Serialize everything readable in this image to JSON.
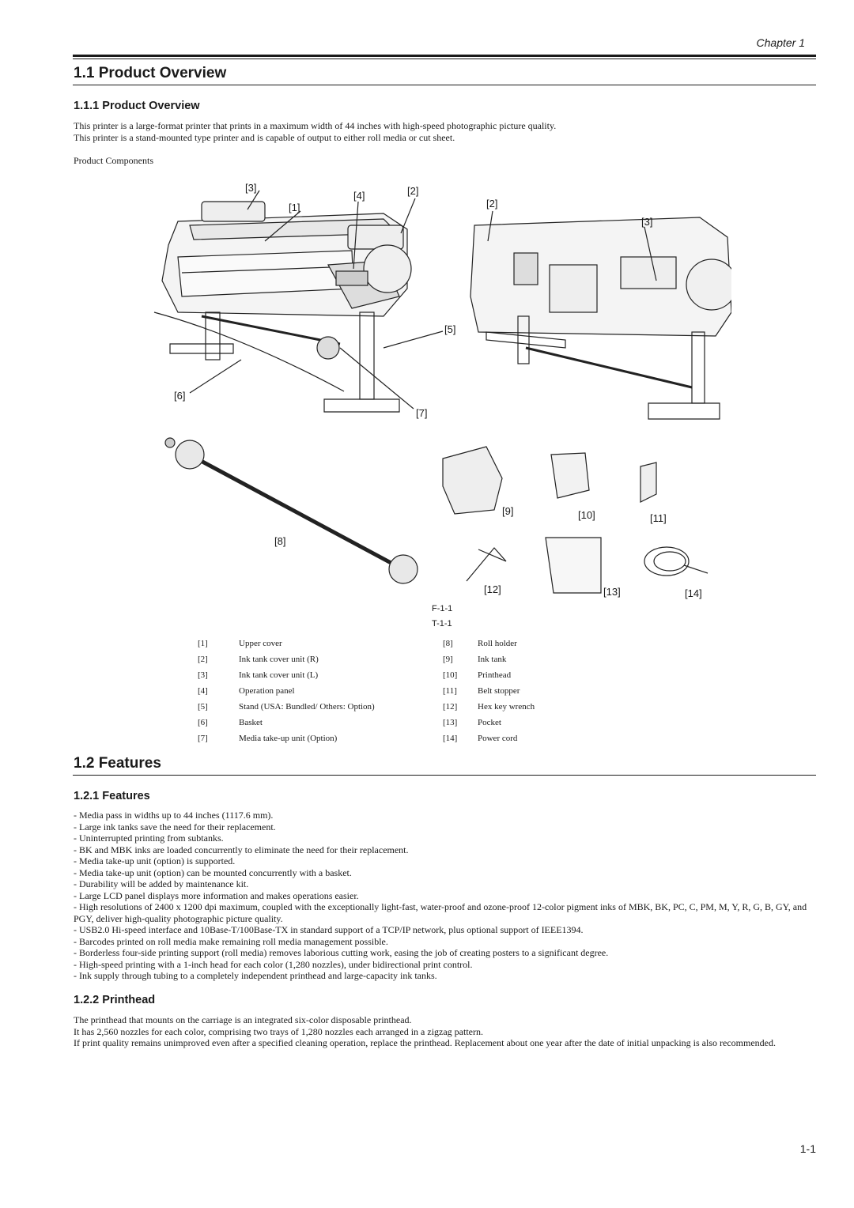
{
  "header": {
    "chapter": "Chapter 1"
  },
  "section1": {
    "title": "1.1 Product Overview",
    "sub_title": "1.1.1 Product Overview",
    "intro": [
      "This printer is a large-format printer that prints in a maximum width of 44 inches with high-speed photographic picture quality.",
      "This printer is a stand-mounted type printer and is capable of output to either roll media or cut sheet."
    ],
    "components_label": "Product Components",
    "figure_callouts": [
      "[1]",
      "[2]",
      "[3]",
      "[4]",
      "[2]",
      "[3]",
      "[5]",
      "[6]",
      "[7]",
      "[8]",
      "[9]",
      "[10]",
      "[11]",
      "[12]",
      "[13]",
      "[14]"
    ],
    "figure_caption": "F-1-1",
    "table_caption": "T-1-1",
    "parts": [
      {
        "num": "[1]",
        "name": "Upper cover",
        "num2": "[8]",
        "name2": "Roll holder"
      },
      {
        "num": "[2]",
        "name": "Ink tank cover unit (R)",
        "num2": "[9]",
        "name2": "Ink tank"
      },
      {
        "num": "[3]",
        "name": "Ink tank cover unit (L)",
        "num2": "[10]",
        "name2": "Printhead"
      },
      {
        "num": "[4]",
        "name": "Operation panel",
        "num2": "[11]",
        "name2": "Belt stopper"
      },
      {
        "num": "[5]",
        "name": "Stand (USA: Bundled/ Others: Option)",
        "num2": "[12]",
        "name2": "Hex key wrench"
      },
      {
        "num": "[6]",
        "name": "Basket",
        "num2": "[13]",
        "name2": "Pocket"
      },
      {
        "num": "[7]",
        "name": "Media take-up unit (Option)",
        "num2": "[14]",
        "name2": "Power cord"
      }
    ]
  },
  "section2": {
    "title": "1.2 Features",
    "sub_title": "1.2.1 Features",
    "features": [
      "- Media pass in widths up to 44 inches (1117.6 mm).",
      "- Large ink tanks save the need for their replacement.",
      "- Uninterrupted printing from subtanks.",
      "- BK and MBK inks are loaded concurrently to eliminate the need for their replacement.",
      "- Media take-up unit (option) is supported.",
      "- Media take-up unit (option) can be mounted concurrently with a basket.",
      "- Durability will be added by maintenance kit.",
      "- Large LCD panel displays more information and makes operations easier.",
      "- High resolutions of 2400 x 1200 dpi maximum, coupled with the exceptionally light-fast, water-proof and ozone-proof 12-color pigment inks of MBK, BK, PC, C, PM, M, Y, R, G, B, GY, and PGY, deliver high-quality photographic picture quality.",
      "- USB2.0 Hi-speed interface and 10Base-T/100Base-TX in standard support of a TCP/IP network, plus optional support of IEEE1394.",
      "- Barcodes printed on roll media make remaining roll media management possible.",
      "- Borderless four-side printing support (roll media) removes laborious cutting work, easing the job of creating posters to a significant degree.",
      "- High-speed printing with a 1-inch head for each color (1,280 nozzles), under bidirectional print control.",
      "- Ink supply through tubing to a completely independent printhead and large-capacity ink tanks."
    ],
    "sub2_title": "1.2.2 Printhead",
    "printhead": [
      "The printhead that mounts on the carriage is an integrated six-color disposable printhead.",
      "It has 2,560 nozzles for each color, comprising two trays of 1,280 nozzles each arranged in a zigzag pattern.",
      "If print quality remains unimproved even after a specified cleaning operation, replace the printhead.  Replacement about one year after the date of initial unpacking is also recommended."
    ]
  },
  "footer": {
    "page": "1-1"
  }
}
